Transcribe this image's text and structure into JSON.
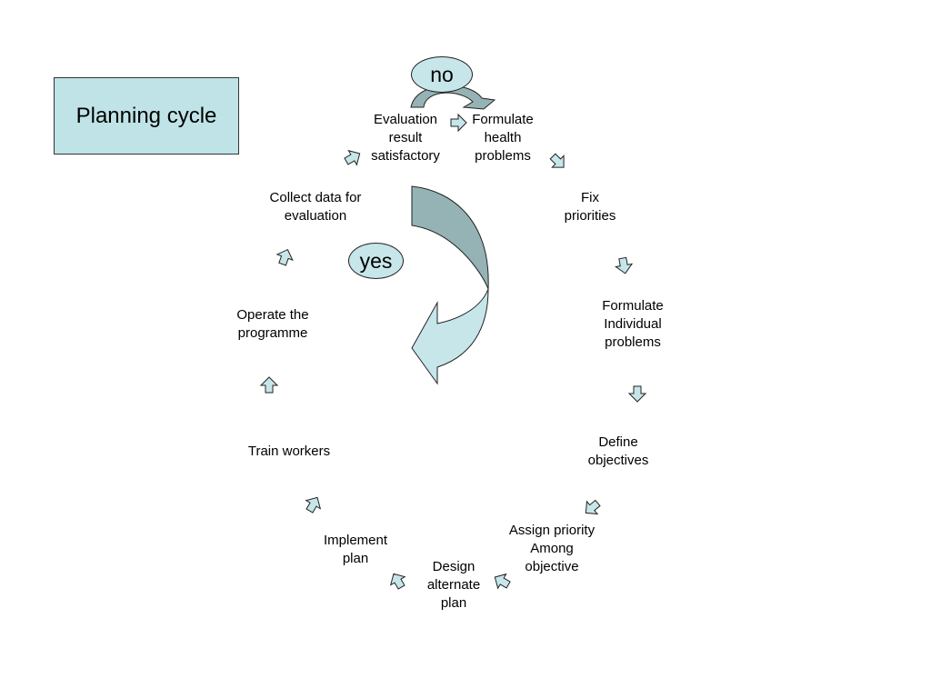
{
  "title": "Planning cycle",
  "steps": [
    {
      "id": "evaluation",
      "text": "Evaluation\nresult\nsatisfactory"
    },
    {
      "id": "formulate-health",
      "text": "Formulate\nhealth\nproblems"
    },
    {
      "id": "fix-priorities",
      "text": "Fix\npriorities"
    },
    {
      "id": "formulate-individual",
      "text": "Formulate\nIndividual\nproblems"
    },
    {
      "id": "define-objectives",
      "text": "Define\nobjectives"
    },
    {
      "id": "assign-priority",
      "text": "Assign priority\nAmong\nobjective"
    },
    {
      "id": "design-plan",
      "text": "Design\nalternate\nplan"
    },
    {
      "id": "implement-plan",
      "text": "Implement\nplan"
    },
    {
      "id": "train-workers",
      "text": "Train workers"
    },
    {
      "id": "operate-programme",
      "text": "Operate the\nprogramme"
    },
    {
      "id": "collect-data",
      "text": "Collect data for\nevaluation"
    }
  ],
  "branches": {
    "no": "no",
    "yes": "yes"
  },
  "colors": {
    "box_fill": "#bfe3e6",
    "arrow_fill": "#c6e6ea",
    "curve_dark": "#95b3b5",
    "stroke": "#222222"
  }
}
